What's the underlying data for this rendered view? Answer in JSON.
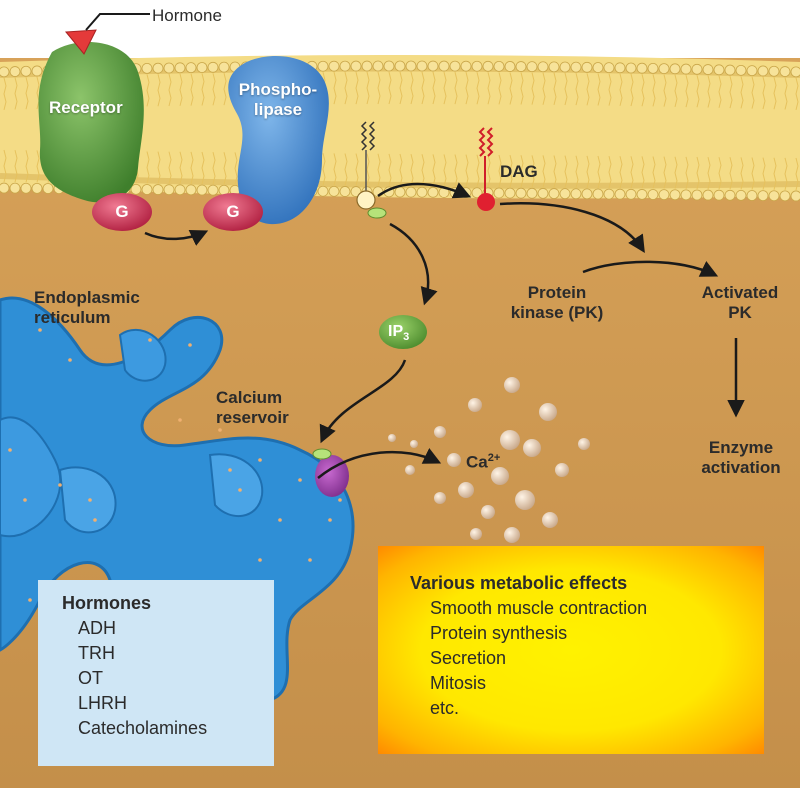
{
  "labels": {
    "hormone": "Hormone",
    "receptor": "Receptor",
    "phospholipase": "Phospho-\nlipase",
    "g_protein_1": "G",
    "g_protein_2": "G",
    "dag": "DAG",
    "ip3": "IP",
    "ip3_sub": "3",
    "protein_kinase": "Protein\nkinase (PK)",
    "activated_pk": "Activated\nPK",
    "enzyme_activation": "Enzyme\nactivation",
    "endoplasmic_reticulum": "Endoplasmic\nreticulum",
    "calcium_reservoir": "Calcium\nreservoir",
    "calcium": "Ca",
    "calcium_sup": "2+"
  },
  "hormones_box": {
    "title": "Hormones",
    "items": [
      "ADH",
      "TRH",
      "OT",
      "LHRH",
      "Catecholamines"
    ]
  },
  "effects_box": {
    "title": "Various metabolic effects",
    "items": [
      "Smooth muscle contraction",
      "Protein synthesis",
      "Secretion",
      "Mitosis",
      "etc."
    ]
  },
  "colors": {
    "cytoplasm": "#cf9a4e",
    "membrane": "#f3d77a",
    "receptor": "#6aa84f",
    "phospholipase": "#3d86cf",
    "g_protein": "#d23a5a",
    "er": "#2f8fd6",
    "effects_box": "#fff200",
    "hormones_box": "#cfe6f5"
  }
}
